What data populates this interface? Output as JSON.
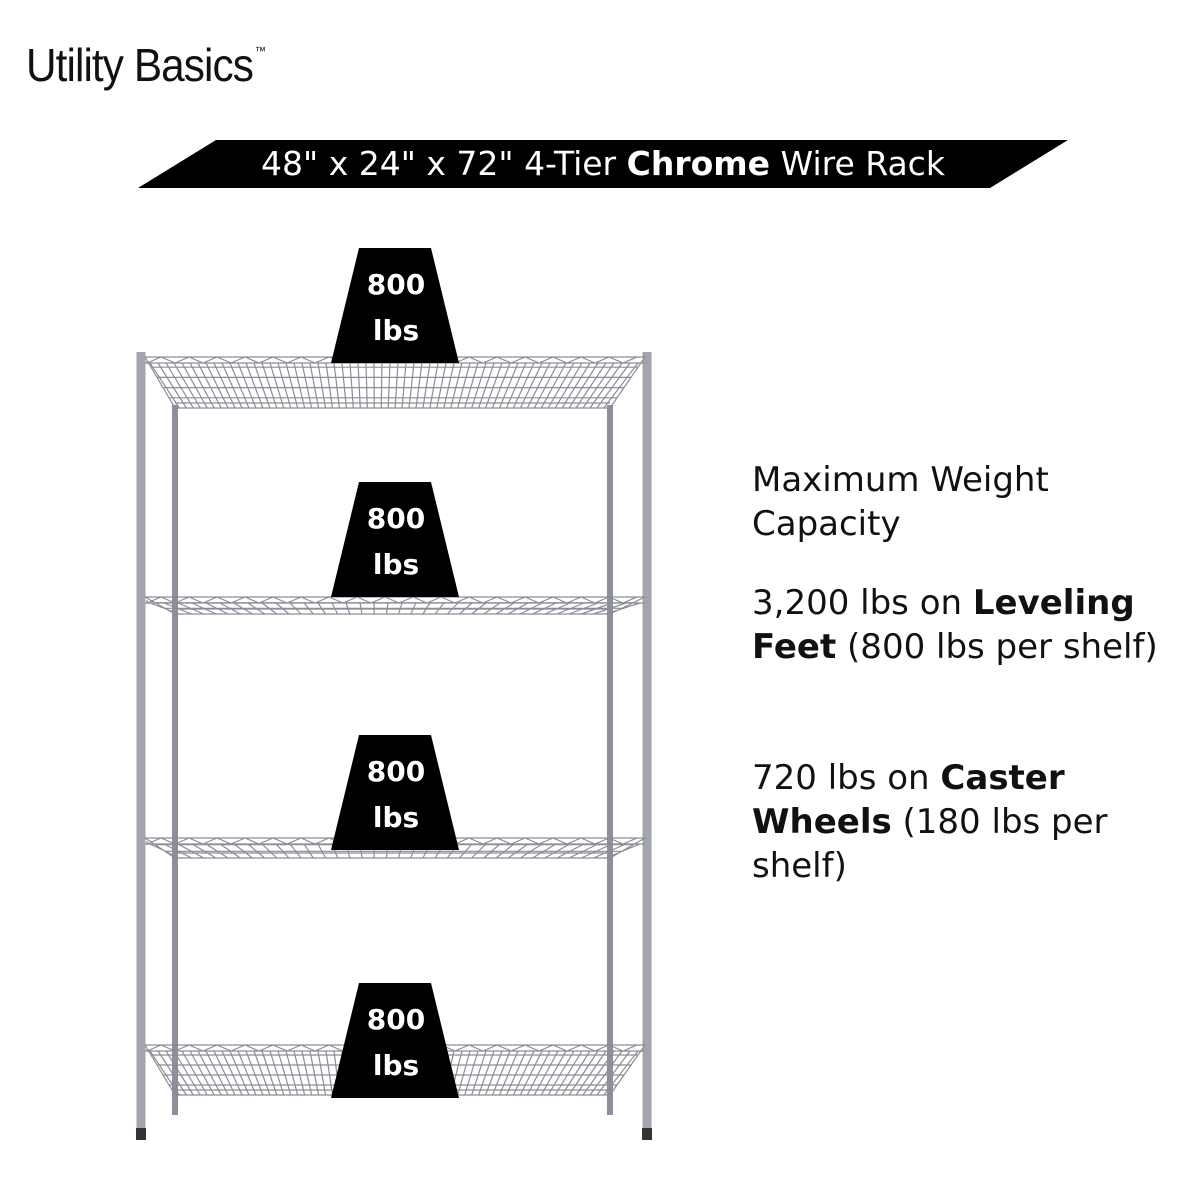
{
  "brand": {
    "name": "Utility Basics",
    "trademark": "™"
  },
  "banner": {
    "prefix": "48\" x 24\" x 72\" 4-Tier ",
    "bold": "Chrome",
    "suffix": " Wire Rack"
  },
  "shelves": [
    {
      "value": "800",
      "unit": "lbs"
    },
    {
      "value": "800",
      "unit": "lbs"
    },
    {
      "value": "800",
      "unit": "lbs"
    },
    {
      "value": "800",
      "unit": "lbs"
    }
  ],
  "info": {
    "heading": "Maximum Weight Capacity",
    "leveling": {
      "pre": "3,200 lbs on ",
      "bold": "Leveling Feet",
      "post": " (800 lbs per shelf)"
    },
    "casters": {
      "pre": "720 lbs on ",
      "bold": "Caster Wheels",
      "post": " (180 lbs per shelf)"
    }
  },
  "colors": {
    "black": "#000000",
    "chrome": "#9a9ca6"
  }
}
